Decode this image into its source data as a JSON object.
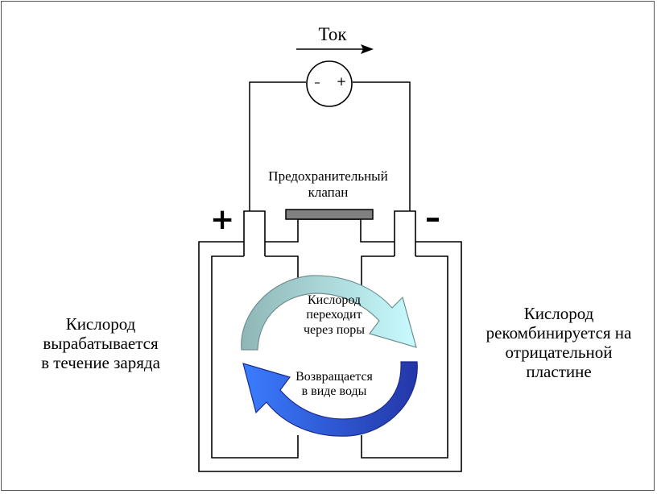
{
  "current_label": "Ток",
  "meter": {
    "minus": "–",
    "plus": "+"
  },
  "valve_label": "Предохранительный\nклапан",
  "terminal_plus": "+",
  "terminal_minus": "–",
  "left_text": "Кислород\nвырабатывается\nв течение заряда",
  "right_text": "Кислород\nрекомбинируется на\nотрицательной\nпластине",
  "upper_cycle_text": "Кислород\nпереходит\nчерез поры",
  "lower_cycle_text": "Возвращается\nв виде воды",
  "colors": {
    "valve": "#808080",
    "arrow_top_left": "#9fc7c6",
    "arrow_top_right": "#bff6fb",
    "arrow_bottom_left": "#2f71ff",
    "arrow_bottom_right": "#2a3cb0"
  }
}
